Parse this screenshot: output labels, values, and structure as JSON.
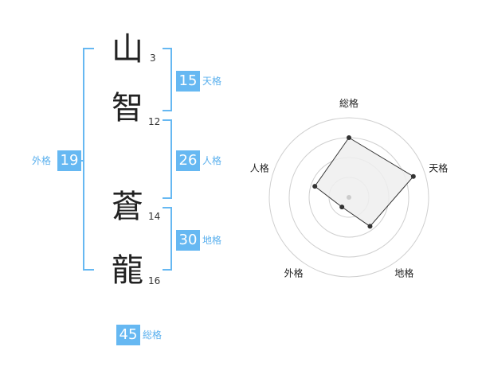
{
  "name": {
    "chars": [
      {
        "char": "山",
        "strokes": "3"
      },
      {
        "char": "智",
        "strokes": "12"
      },
      {
        "char": "蒼",
        "strokes": "14"
      },
      {
        "char": "龍",
        "strokes": "16"
      }
    ]
  },
  "kaku": {
    "tenkaku": {
      "value": "15",
      "label": "天格"
    },
    "jinkaku": {
      "value": "26",
      "label": "人格"
    },
    "chikaku": {
      "value": "30",
      "label": "地格"
    },
    "gaikaku": {
      "value": "19",
      "label": "外格"
    },
    "soukaku": {
      "value": "45",
      "label": "総格"
    }
  },
  "chart_data": {
    "type": "radar",
    "axes": [
      "総格",
      "天格",
      "地格",
      "外格",
      "人格"
    ],
    "values": [
      0.75,
      0.85,
      0.45,
      0.15,
      0.45
    ],
    "rings": 4,
    "colors": {
      "fill": "#efefef",
      "stroke": "#333333",
      "ring": "#cfcfcf",
      "center": "#cccccc"
    }
  }
}
